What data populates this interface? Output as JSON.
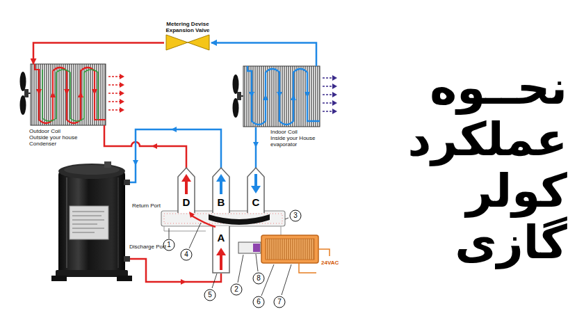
{
  "diagram": {
    "title": "نحــوه عملکرد کولر گازی",
    "nodes": [
      {
        "text": [
          "Metering Devise",
          "Expansion Valve"
        ]
      },
      {
        "text": [
          "Outdoor Coil",
          "Outside your house",
          "Condenser"
        ]
      },
      {
        "text": [
          "Indoor Coil",
          "Inside your House",
          "evaporator"
        ]
      }
    ],
    "edges": [
      {
        "from": 2,
        "to": 0,
        "arrow": "to"
      },
      {
        "from": 0,
        "to": 1,
        "arrow": "to"
      }
    ],
    "labels": [
      "D",
      "B",
      "C",
      "1",
      "4",
      "3",
      "A",
      "2",
      "8",
      "5",
      "6",
      "7",
      "24VAC",
      "Return Port",
      "Discharge Port"
    ]
  }
}
